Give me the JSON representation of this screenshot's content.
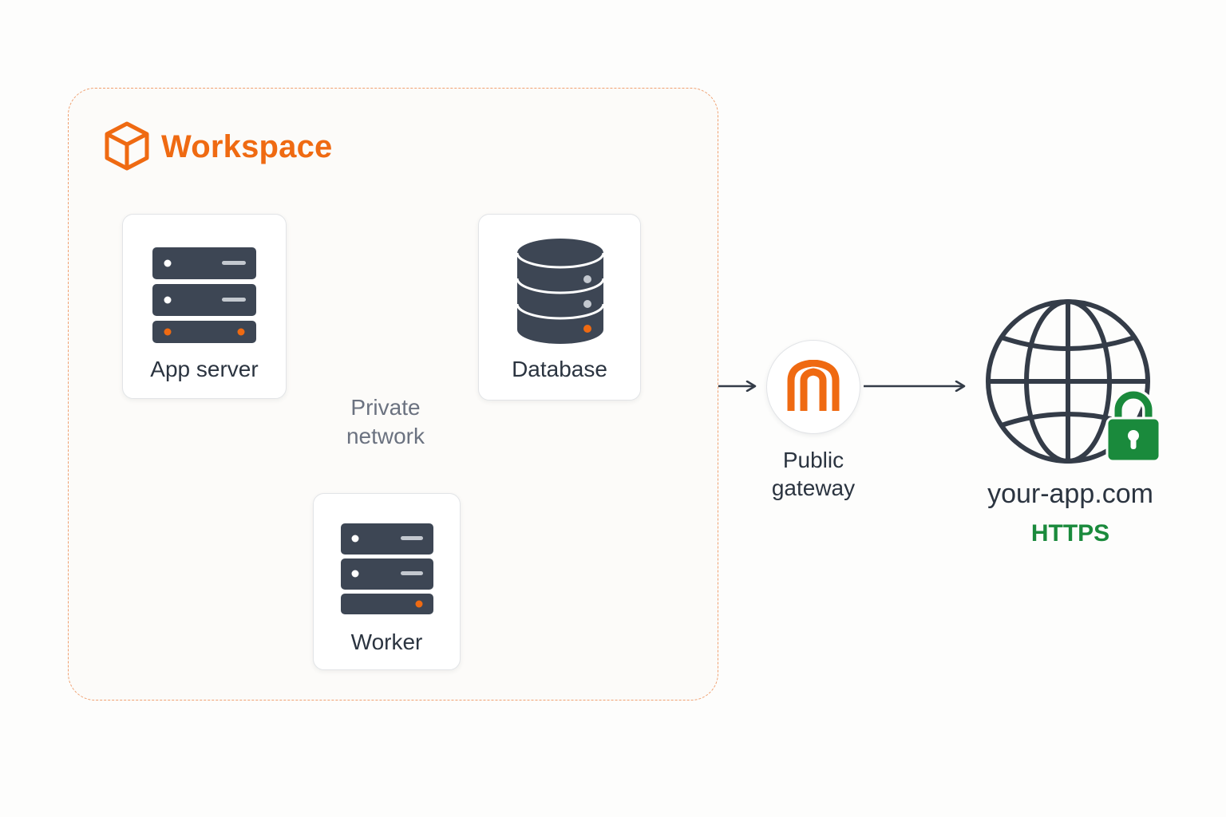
{
  "workspace": {
    "title": "Workspace",
    "icon": "cube-icon",
    "accent_color": "#ef6a12"
  },
  "nodes": {
    "app_server": {
      "label": "App server",
      "icon": "server-icon"
    },
    "database": {
      "label": "Database",
      "icon": "database-icon"
    },
    "worker": {
      "label": "Worker",
      "icon": "server-icon"
    }
  },
  "private_network": {
    "line1": "Private",
    "line2": "network"
  },
  "gateway": {
    "line1": "Public",
    "line2": "gateway",
    "icon": "gateway-arch-icon"
  },
  "internet": {
    "domain": "your-app.com",
    "protocol": "HTTPS",
    "icon": "globe-icon",
    "badge_icon": "padlock-icon",
    "secure_color": "#1a8a3c"
  }
}
